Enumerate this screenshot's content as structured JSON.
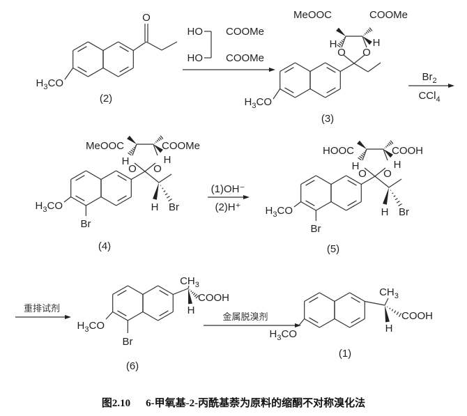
{
  "compounds": {
    "c2": {
      "id": "(2)",
      "methoxy": "H3CO",
      "carbonyl_o": "O"
    },
    "reagent_tartrate": {
      "ho1": "HO",
      "ester1": "COOMe",
      "ho2": "HO",
      "ester2": "COOMe"
    },
    "c3": {
      "id": "(3)",
      "methoxy": "H3CO",
      "ester_left": "MeOOC",
      "ester_right": "COOMe",
      "h_left": "H",
      "h_right": "H",
      "o_left": "O",
      "o_right": "O"
    },
    "c4": {
      "id": "(4)",
      "methoxy": "H3CO",
      "ester_left": "MeOOC",
      "ester_right": "COOMe",
      "h_left": "H",
      "h_right": "H",
      "o_left": "O",
      "o_right": "O",
      "ring_br": "Br",
      "side_h": "H",
      "side_br": "Br"
    },
    "c5": {
      "id": "(5)",
      "methoxy": "H3CO",
      "acid_left": "HOOC",
      "acid_right": "COOH",
      "h_left": "H",
      "h_right": "H",
      "o_left": "O",
      "o_right": "O",
      "ring_br": "Br",
      "side_h": "H",
      "side_br": "Br"
    },
    "c6": {
      "id": "(6)",
      "methoxy": "H3CO",
      "methyl": "CH3",
      "acid": "COOH",
      "h": "H",
      "ring_br": "Br"
    },
    "c1": {
      "id": "(1)",
      "methoxy": "H3CO",
      "methyl": "CH3",
      "acid": "COOH",
      "h": "H"
    }
  },
  "arrows": {
    "step1": {
      "above": "",
      "below": ""
    },
    "step2": {
      "above": "Br2",
      "below": "CCl4"
    },
    "step3": {
      "above": "(1)OH⁻",
      "below": "(2)H⁺"
    },
    "step4": {
      "above": "重排试剂"
    },
    "step5": {
      "above": "金属脱溴剂"
    }
  },
  "caption": {
    "number": "图2.10",
    "text": "6-甲氧基-2-丙酰基萘为原料的缩酮不对称溴化法"
  }
}
